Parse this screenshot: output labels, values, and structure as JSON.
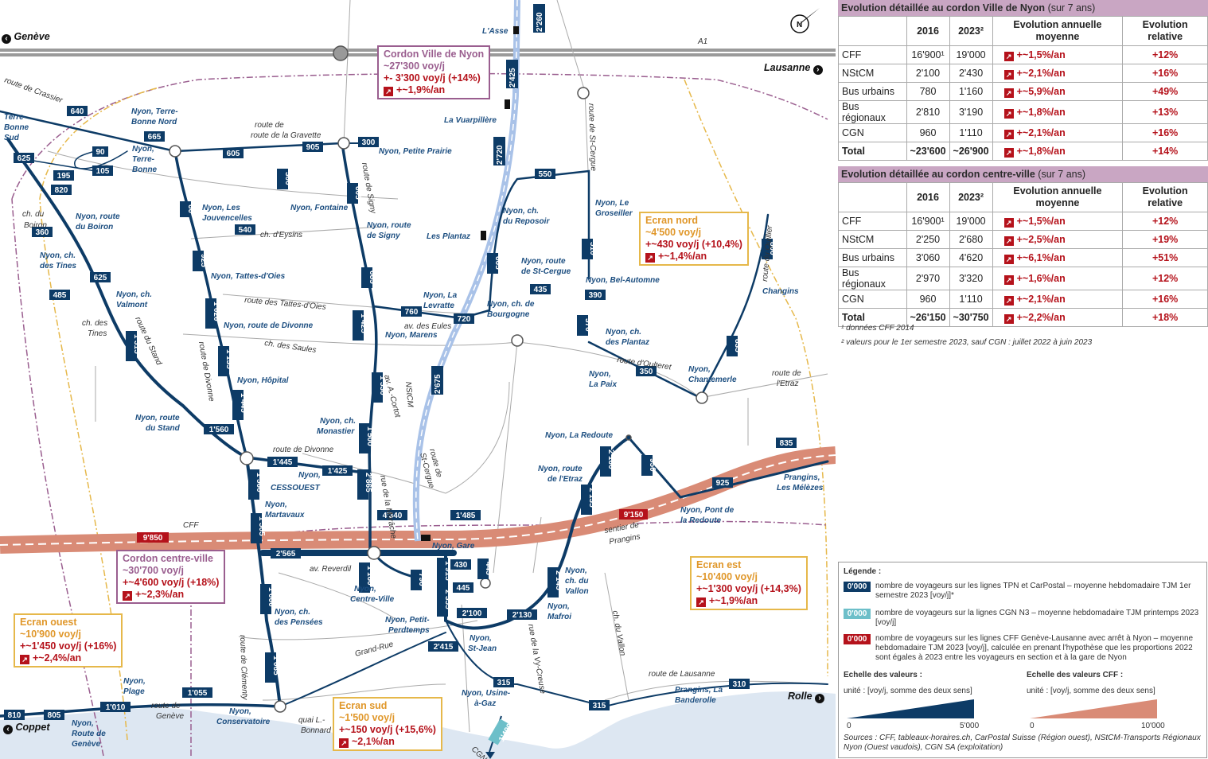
{
  "map": {
    "cities": {
      "geneve": "Genève",
      "lausanne": "Lausanne",
      "coppet": "Coppet",
      "rolle": "Rolle"
    },
    "highway": "A1",
    "rail_label": "CFF",
    "nstcm_label": "NStCM",
    "cgn_label": "CGN",
    "cgn_value": "1'490",
    "stops": [
      "Terre-Bonne Sud",
      "Nyon, Terre-Bonne Nord",
      "Nyon, Terre-Bonne",
      "Nyon, route du Boiron",
      "Nyon, ch. des Tines",
      "Nyon, ch. Valmont",
      "Nyon, Les Jouvencelles",
      "Nyon, Fontaine",
      "Nyon, Petite Prairie",
      "Nyon, route de Signy",
      "Nyon, Tattes-d'Oies",
      "Nyon, route de Divonne",
      "Nyon, Hôpital",
      "Nyon, Marens",
      "Nyon, La Levratte",
      "Nyon, ch. de Bourgogne",
      "Nyon, route de St-Cergue",
      "Nyon, Bel-Automne",
      "Nyon, ch. du Reposoir",
      "Nyon, Le Groseiller",
      "Nyon, ch. des Plantaz",
      "Nyon, La Paix",
      "Nyon, Chantemerle",
      "Changins",
      "Nyon, route du Stand",
      "Nyon, ch. Monastier",
      "Nyon, CESSOUEST",
      "Nyon, Martavaux",
      "Nyon, La Redoute",
      "Nyon, route de l'Etraz",
      "Prangins, Les Mélèzes",
      "Nyon, Pont de la Redoute",
      "Nyon, Gare",
      "Nyon, Centre-Ville",
      "Nyon, ch. du Vallon",
      "Nyon, Mafroi",
      "Nyon, Petit-Perdtemps",
      "Nyon, St-Jean",
      "Nyon, ch. des Pensées",
      "Nyon, Plage",
      "Nyon, Conservatoire",
      "Nyon, Route de Genève",
      "Nyon, Usine-à-Gaz",
      "Prangins, La Banderolle",
      "L'Asse",
      "La Vuarpillère",
      "Les Plantaz"
    ],
    "roads": [
      "route de Crassier",
      "route de la Gravette",
      "route de Signy",
      "route de St-Cergue",
      "ch. d'Eysins",
      "route des Tattes-d'Oies",
      "ch. des Saules",
      "route du Stand",
      "route de Divonne",
      "ch. du Boiron",
      "ch. des Tines",
      "av. des Eules",
      "av. A.-Cortot",
      "route d'Oulteret",
      "route de l'Etraz",
      "route du Quillier",
      "rue de la Morâche",
      "av. Reverdil",
      "sentier de Prangins",
      "Grand-Rue",
      "rue de la Vy-Creuse",
      "ch. du Vallon",
      "route de Lausanne",
      "route de Clémenty",
      "quai L.-Bonnard",
      "route de Genève",
      "route de l'Etraz"
    ],
    "flows_tpn": [
      "640",
      "665",
      "625",
      "820",
      "195",
      "105",
      "90",
      "605",
      "905",
      "300",
      "360",
      "300",
      "625",
      "485",
      "60",
      "540",
      "605",
      "925",
      "1'020",
      "1'135",
      "685",
      "760",
      "720",
      "1'425",
      "1'315",
      "1'445",
      "1'530",
      "1'560",
      "1'445",
      "1'425",
      "1'500",
      "1'560",
      "1'505",
      "2'865",
      "4'340",
      "1'485",
      "2'565",
      "1'160",
      "790",
      "1'915",
      "430",
      "445",
      "445",
      "2'355",
      "2'100",
      "2'415",
      "2'130",
      "2'145",
      "2'135",
      "2'100",
      "950",
      "925",
      "835",
      "350",
      "370",
      "390",
      "435",
      "835",
      "800",
      "510",
      "665",
      "550",
      "1'060",
      "1'065",
      "1'055",
      "1'010",
      "805",
      "810",
      "315",
      "315",
      "310",
      "2'425",
      "2'720",
      "2'675",
      "2'260"
    ],
    "flows_cff": [
      "9'850",
      "9'150"
    ],
    "flows_cgn": [
      "1'490"
    ]
  },
  "cordons": {
    "ville": {
      "title": "Cordon Ville de Nyon",
      "l1": "~27'300 voy/j",
      "l2": "+- 3'300 voy/j (+14%)",
      "l3": "+~1,9%/an"
    },
    "centre": {
      "title": "Cordon centre-ville",
      "l1": "~30'700 voy/j",
      "l2": "+~4'600 voy/j (+18%)",
      "l3": "+~2,3%/an"
    },
    "nord": {
      "title": "Ecran nord",
      "l1": "~4'500 voy/j",
      "l2": "+~430 voy/j (+10,4%)",
      "l3": "+~1,4%/an"
    },
    "ouest": {
      "title": "Ecran ouest",
      "l1": "~10'900 voy/j",
      "l2": "+~1'450 voy/j (+16%)",
      "l3": "+~2,4%/an"
    },
    "sud": {
      "title": "Ecran sud",
      "l1": "~1'500 voy/j",
      "l2": "+~150 voy/j (+15,6%)",
      "l3": "~2,1%/an"
    },
    "est": {
      "title": "Ecran est",
      "l1": "~10'400 voy/j",
      "l2": "+~1'300 voy/j (+14,3%)",
      "l3": "+~1,9%/an"
    }
  },
  "table1": {
    "title": "Evolution détaillée au cordon Ville de Nyon",
    "subtitle": "(sur 7 ans)",
    "headers": [
      "",
      "2016",
      "2023²",
      "Evolution annuelle moyenne",
      "Evolution relative"
    ],
    "rows": [
      [
        "CFF",
        "16'900¹",
        "19'000",
        "+~1,5%/an",
        "+12%"
      ],
      [
        "NStCM",
        "2'100",
        "2'430",
        "+~2,1%/an",
        "+16%"
      ],
      [
        "Bus urbains",
        "780",
        "1'160",
        "+~5,9%/an",
        "+49%"
      ],
      [
        "Bus régionaux",
        "2'810",
        "3'190",
        "+~1,8%/an",
        "+13%"
      ],
      [
        "CGN",
        "960",
        "1'110",
        "+~2,1%/an",
        "+16%"
      ],
      [
        "Total",
        "~23'600",
        "~26'900",
        "+~1,8%/an",
        "+14%"
      ]
    ]
  },
  "table2": {
    "title": "Evolution détaillée au cordon centre-ville",
    "subtitle": "(sur 7 ans)",
    "headers": [
      "",
      "2016",
      "2023²",
      "Evolution annuelle moyenne",
      "Evolution relative"
    ],
    "rows": [
      [
        "CFF",
        "16'900¹",
        "19'000",
        "+~1,5%/an",
        "+12%"
      ],
      [
        "NStCM",
        "2'250",
        "2'680",
        "+~2,5%/an",
        "+19%"
      ],
      [
        "Bus urbains",
        "3'060",
        "4'620",
        "+~6,1%/an",
        "+51%"
      ],
      [
        "Bus régionaux",
        "2'970",
        "3'320",
        "+~1,6%/an",
        "+12%"
      ],
      [
        "CGN",
        "960",
        "1'110",
        "+~2,1%/an",
        "+16%"
      ],
      [
        "Total",
        "~26'150",
        "~30'750",
        "+~2,2%/an",
        "+18%"
      ]
    ]
  },
  "footnotes": {
    "f1": "¹ données CFF 2014",
    "f2": "² valeurs pour le 1er semestre 2023, sauf CGN : juillet 2022 à juin 2023"
  },
  "legend": {
    "title": "Légende :",
    "key_value": "0'000",
    "k1": "nombre de voyageurs sur les lignes TPN et CarPostal – moyenne hebdomadaire TJM 1er semestre 2023 [voy/j]*",
    "k2": "nombre de voyageurs sur la lignes CGN N3 – moyenne hebdomadaire TJM printemps 2023 [voy/j]",
    "k3": "nombre de voyageurs sur les lignes CFF Genève-Lausanne avec arrêt à Nyon – moyenne hebdomadaire TJM 2023 [voy/j], calculée en prenant l'hypothèse que les proportions 2022 sont égales à 2023 entre les voyageurs en section et à la gare de Nyon",
    "scale1_title": "Echelle des valeurs :",
    "scale2_title": "Echelle des valeurs CFF :",
    "unit": "unité : [voy/j, somme des deux sens]",
    "s1_min": "0",
    "s1_max": "5'000",
    "s2_min": "0",
    "s2_max": "10'000",
    "source": "Sources : CFF, tableaux-horaires.ch, CarPostal Suisse (Région ouest), NStCM-Transports Régionaux Nyon (Ouest vaudois), CGN SA (exploitation)"
  },
  "colors": {
    "tpn": "#0d3b66",
    "cgn": "#6dbfc9",
    "cff": "#d98b76",
    "cff_label": "#b5121b",
    "nstcm": "#a9c2e8",
    "purple": "#9a5e8f",
    "gold": "#e6b84a",
    "lake": "#dde7f2"
  }
}
